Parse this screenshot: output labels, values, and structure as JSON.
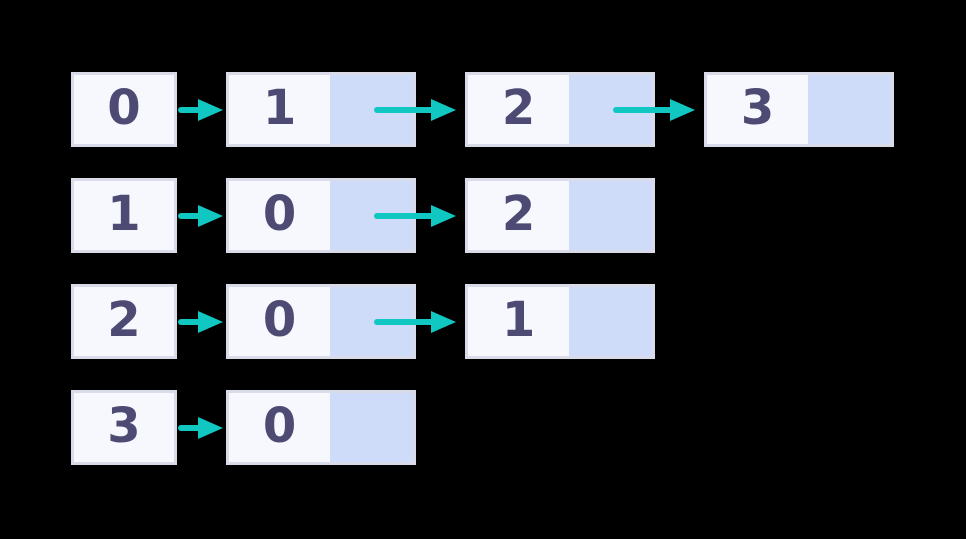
{
  "diagram": {
    "kind": "adjacency-list-linked-list",
    "adjacency_list": {
      "rows": [
        {
          "head": "0",
          "nodes": [
            "1",
            "2",
            "3"
          ]
        },
        {
          "head": "1",
          "nodes": [
            "0",
            "2"
          ]
        },
        {
          "head": "2",
          "nodes": [
            "0",
            "1"
          ]
        },
        {
          "head": "3",
          "nodes": [
            "0"
          ]
        }
      ]
    }
  },
  "colors": {
    "background": "#000000",
    "box_border": "#D9DCE8",
    "data_cell_fill": "#F7F8FD",
    "pointer_cell_fill": "#CEDCF9",
    "value_text": "#4D4B73",
    "arrow": "#10C7C1"
  }
}
